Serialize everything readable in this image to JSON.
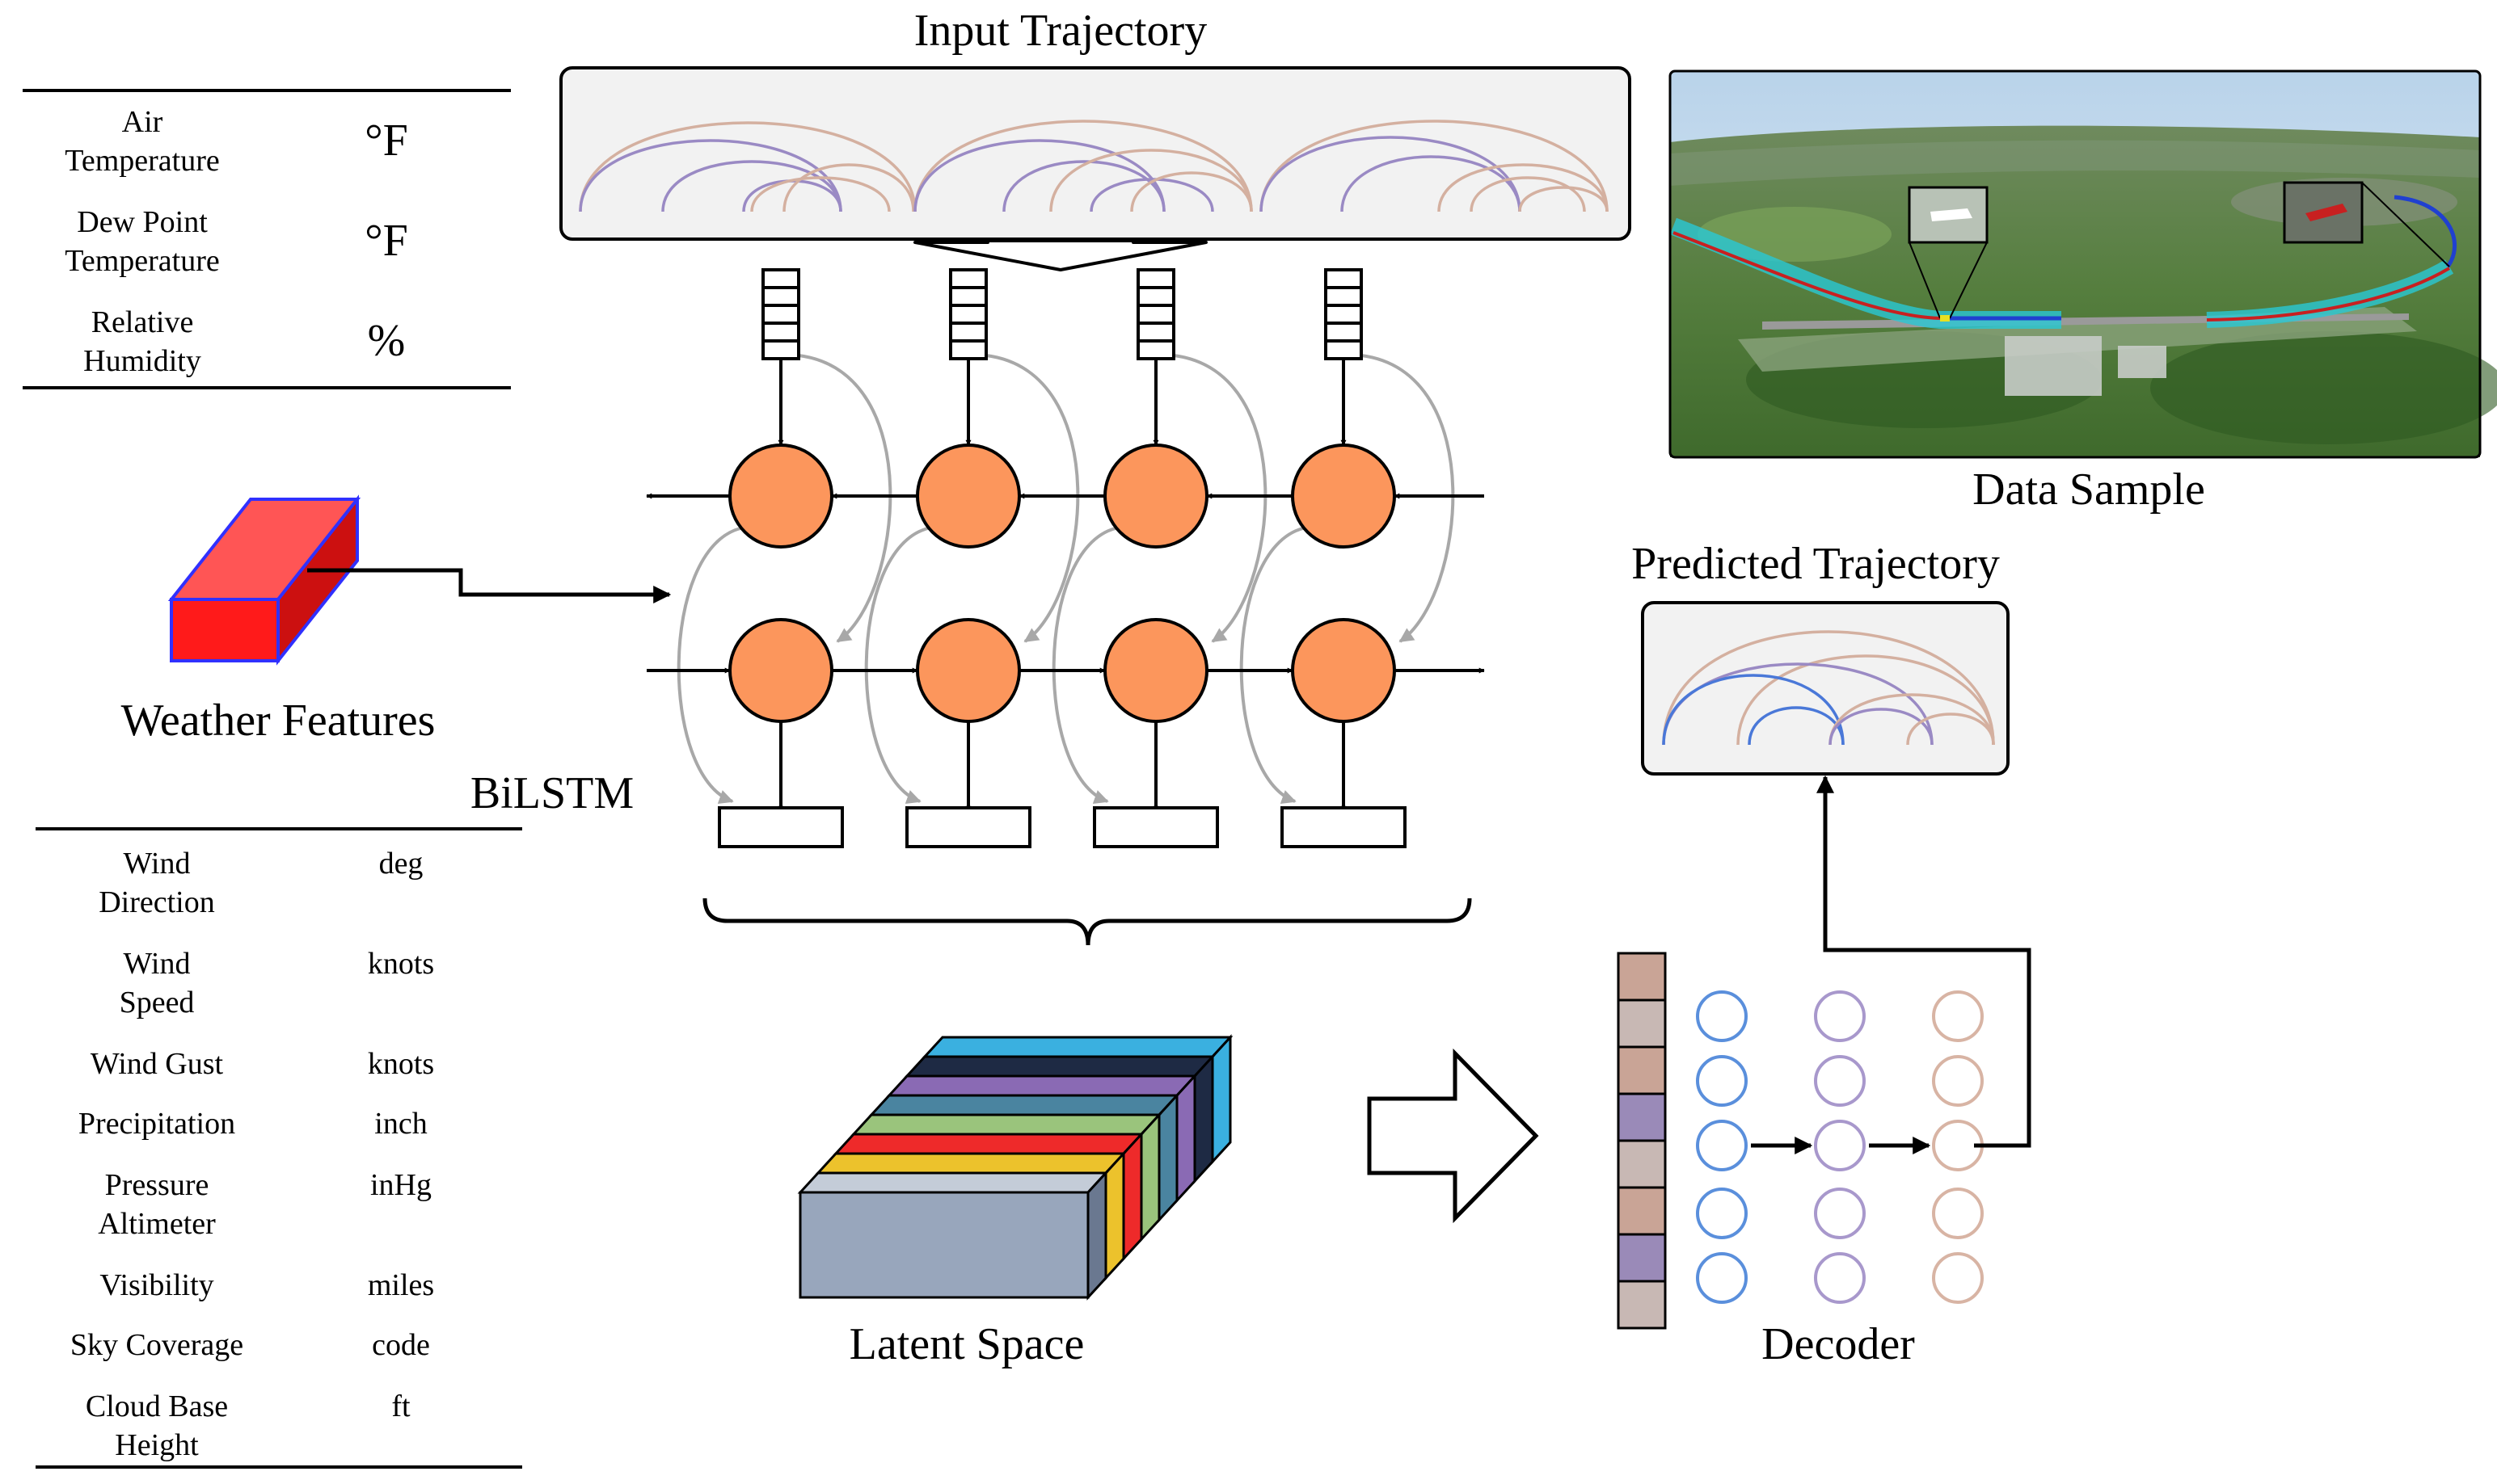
{
  "labels": {
    "input_trajectory": "Input Trajectory",
    "data_sample": "Data Sample",
    "predicted_trajectory": "Predicted Trajectory",
    "weather_features": "Weather Features",
    "bilstm": "BiLSTM",
    "latent_space": "Latent Space",
    "decoder": "Decoder"
  },
  "top_table": [
    {
      "feature": [
        "Air",
        "Temperature"
      ],
      "unit": "°F"
    },
    {
      "feature": [
        "Dew Point",
        "Temperature"
      ],
      "unit": "°F"
    },
    {
      "feature": [
        "Relative",
        "Humidity"
      ],
      "unit": "%"
    }
  ],
  "bottom_table": [
    {
      "feature": [
        "Wind",
        "Direction"
      ],
      "unit": "deg"
    },
    {
      "feature": [
        "Wind",
        "Speed"
      ],
      "unit": "knots"
    },
    {
      "feature": [
        "Wind Gust"
      ],
      "unit": "knots"
    },
    {
      "feature": [
        "Precipitation"
      ],
      "unit": "inch"
    },
    {
      "feature": [
        "Pressure",
        "Altimeter"
      ],
      "unit": "inHg"
    },
    {
      "feature": [
        "Visibility"
      ],
      "unit": "miles"
    },
    {
      "feature": [
        "Sky Coverage"
      ],
      "unit": "code"
    },
    {
      "feature": [
        "Cloud Base",
        "Height"
      ],
      "unit": "ft"
    }
  ],
  "colors": {
    "lstm_node": "#fc965c",
    "weather_block": "#ff2020",
    "weather_edge": "#3030ff",
    "arc_tan": "#d4b0a0",
    "arc_purple": "#9a8ac4",
    "arc_blue": "#4a78d8",
    "panel_bg": "#f2f2f2",
    "decoder_blue": "#5a8fdc",
    "decoder_purple": "#a898cc",
    "decoder_tan": "#d8b4a4"
  },
  "latent_slices": [
    "#3ab0e0",
    "#1e2a44",
    "#8a6ab4",
    "#4a84a0",
    "#9ac47c",
    "#ee2a2a",
    "#ecc22c"
  ],
  "embedding_cells": [
    "#c9a496",
    "#c8b8b4",
    "#c9a496",
    "#9a8ab8",
    "#c8b8b4",
    "#c9a496",
    "#9a8ab8",
    "#c8b8b4"
  ]
}
